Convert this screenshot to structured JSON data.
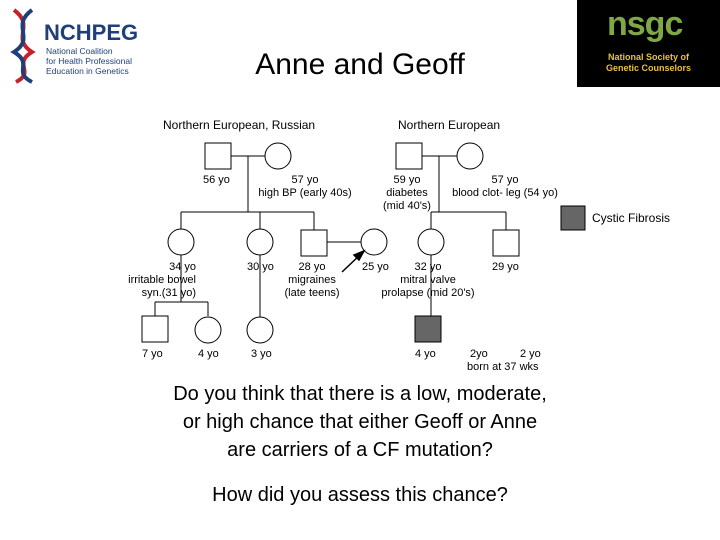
{
  "title": "Anne and Geoff",
  "logos": {
    "nchpeg_name": "NCHPEG",
    "nchpeg_line1": "National Coalition",
    "nchpeg_line2": "for Health Professional",
    "nchpeg_line3": "Education in Genetics",
    "nsgc_name": "nsgc",
    "nsgc_line1": "National Society of",
    "nsgc_line2": "Genetic Counselors"
  },
  "ancestry": {
    "left": "Northern European, Russian",
    "right": "Northern European"
  },
  "generation1": {
    "gf_left_age": "56 yo",
    "gm_left_line1": "57 yo",
    "gm_left_line2": "high BP (early 40s)",
    "gf_right_line1": "59 yo",
    "gf_right_line2": "diabetes",
    "gf_right_line3": "(mid 40's)",
    "gm_right_line1": "57 yo",
    "gm_right_line2": "blood clot- leg (54 yo)"
  },
  "legend": {
    "label": "Cystic Fibrosis",
    "color": "#666666"
  },
  "generation2": {
    "aunt_line1": "34 yo",
    "aunt_line2": "irritable bowel",
    "aunt_line3": "syn.(31 yo)",
    "aunt2_age": "30 yo",
    "mother_line1": "28 yo",
    "mother_line2": "migraines",
    "mother_line3": "(late teens)",
    "anne_age": "25 yo",
    "geoff_line1": "32 yo",
    "geoff_line2": "mitral valve",
    "geoff_line3": "prolapse (mid 20's)",
    "uncle_age": "29 yo"
  },
  "generation3": {
    "c1_age": "7 yo",
    "c2_age": "4 yo",
    "c3_age": "3 yo",
    "c4_age": "4 yo",
    "c5_line1": "2yo",
    "c5_line2": "2 yo",
    "c5_line3": "born at 37 wks"
  },
  "question": {
    "line1": "Do you think that there is a low, moderate,",
    "line2": "or high chance that either Geoff or Anne",
    "line3": "are carriers of a CF mutation?",
    "line4": "How did you assess this chance?"
  }
}
